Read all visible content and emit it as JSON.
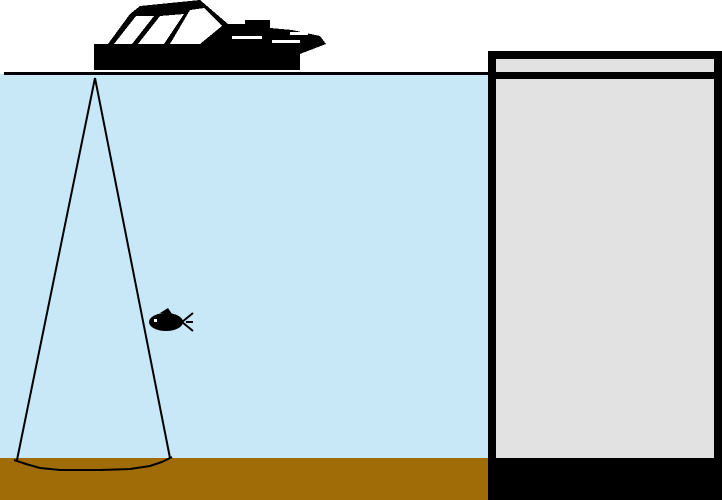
{
  "scene": {
    "subject": "sonar-illustration",
    "colors": {
      "sky": "#ffffff",
      "water": "#c8e8f8",
      "seabed": "#a06c08",
      "outline": "#000000",
      "display_screen": "#e2e2e2",
      "display_frame": "#000000",
      "boat_hull": "#000000",
      "boat_window": "#ffffff",
      "fish": "#000000"
    },
    "icons": {
      "boat": "boat-icon",
      "fish": "fish-icon",
      "sonar_beam": "sonar-cone",
      "display": "sonar-display-panel"
    }
  }
}
